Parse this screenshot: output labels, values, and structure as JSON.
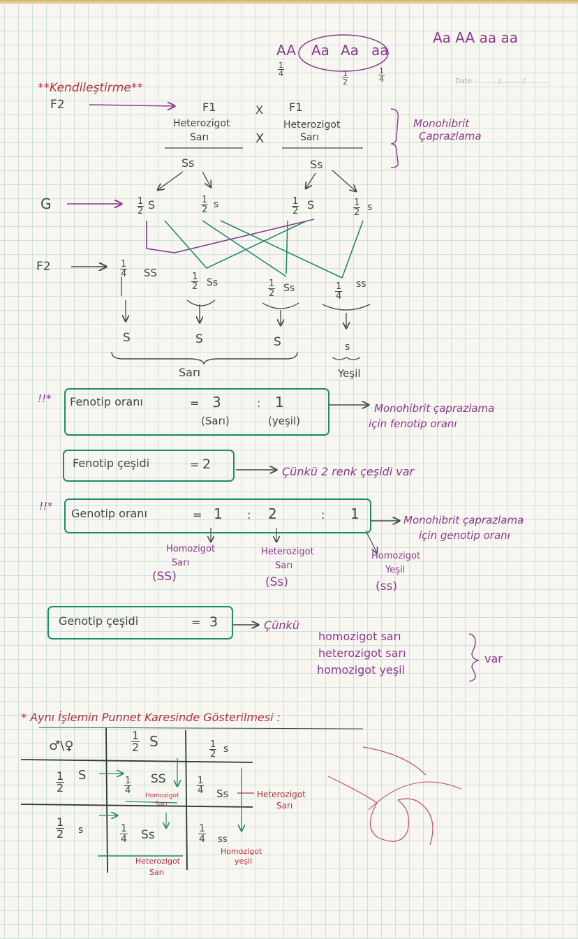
{
  "header_genotypes": [
    "AA",
    "Aa",
    "Aa",
    "aa"
  ],
  "header_fracs": [
    {
      "n": "1",
      "d": "4"
    },
    {
      "n": "1",
      "d": "2"
    },
    {
      "n": "1",
      "d": "4"
    }
  ],
  "header_right": "Aa  AA  aa aa",
  "date_label": "Date :........../........../..........",
  "title": "**Kendileştirme**",
  "gen_labels": {
    "p": "F2",
    "g": "G",
    "f2": "F2"
  },
  "parents": {
    "cross": "X",
    "left": {
      "gen": "F1",
      "type": "Heterozigot",
      "color": "Sarı",
      "genotype": "Ss"
    },
    "right": {
      "gen": "F1",
      "type": "Heterozigot",
      "color": "Sarı",
      "genotype": "Ss"
    }
  },
  "monohibrit_note": [
    "Monohibrit",
    "Çaprazlama"
  ],
  "gametes": [
    {
      "n": "1",
      "d": "2",
      "allele": "S"
    },
    {
      "n": "1",
      "d": "2",
      "allele": "s"
    },
    {
      "n": "1",
      "d": "2",
      "allele": "S"
    },
    {
      "n": "1",
      "d": "2",
      "allele": "s"
    }
  ],
  "offspring": [
    {
      "n": "1",
      "d": "4",
      "genotype": "SS",
      "pheno": "S"
    },
    {
      "n": "1",
      "d": "2",
      "genotype": "Ss",
      "pheno": "S"
    },
    {
      "n": "1",
      "d": "2",
      "genotype": "Ss",
      "pheno": "S"
    },
    {
      "n": "1",
      "d": "4",
      "genotype": "ss",
      "pheno": "s"
    }
  ],
  "phenotype_groups": {
    "yellow": "Sarı",
    "green": "Yeşil"
  },
  "fenotip_orani": {
    "mark": "!!*",
    "label": "Fenotip oranı",
    "eq": "=",
    "v1": "3",
    "sep": ":",
    "v2": "1",
    "n1": "(Sarı)",
    "n2": "(yeşil)",
    "note": [
      "Monohibrit çaprazlama",
      "için fenotip oranı"
    ]
  },
  "fenotip_cesidi": {
    "label": "Fenotip çeşidi",
    "eq": "=",
    "value": "2",
    "note": "Çünkü 2 renk çeşidi var"
  },
  "genotip_orani": {
    "mark": "!!*",
    "label": "Genotip oranı",
    "eq": "=",
    "v1": "1",
    "sep1": ":",
    "v2": "2",
    "sep2": ":",
    "v3": "1",
    "note": [
      "Monohibrit çaprazlama",
      "için genotip oranı"
    ],
    "annots": [
      [
        "Homozigot",
        "Sarı",
        "(SS)"
      ],
      [
        "Heterozigot",
        "Sarı",
        "(Ss)"
      ],
      [
        "Homozigot",
        "Yeşil",
        "(ss)"
      ]
    ]
  },
  "genotip_cesidi": {
    "label": "Genotip çeşidi",
    "eq": "=",
    "value": "3",
    "note_lead": "Çünkü",
    "note_items": [
      "homozigot sarı",
      "heterozigot sarı",
      "homozigot yeşil"
    ],
    "note_tail": "var"
  },
  "punnett": {
    "title": "* Aynı İşlemin Punnet Karesinde Gösterilmesi :",
    "corner": "♂\\♀",
    "cols": [
      {
        "n": "1",
        "d": "2",
        "allele": "S"
      },
      {
        "n": "1",
        "d": "2",
        "allele": "s"
      }
    ],
    "rows": [
      {
        "n": "1",
        "d": "2",
        "allele": "S"
      },
      {
        "n": "1",
        "d": "2",
        "allele": "s"
      }
    ],
    "cells": [
      {
        "n": "1",
        "d": "4",
        "genotype": "SS",
        "label": [
          "Homozigot",
          "Sarı"
        ]
      },
      {
        "n": "1",
        "d": "4",
        "genotype": "Ss",
        "label": [
          "Heterozigot",
          "Sarı"
        ]
      },
      {
        "n": "1",
        "d": "4",
        "genotype": "Ss",
        "label": [
          "Heterozigot",
          "Sarı"
        ]
      },
      {
        "n": "1",
        "d": "4",
        "genotype": "ss",
        "label": [
          "Homozigot",
          "yeşil"
        ]
      }
    ]
  },
  "colors": {
    "green_ink": "#1f8a6e",
    "purple_ink": "#8a3a8c",
    "red_ink": "#b2303d",
    "grid": "#cfe0da"
  }
}
